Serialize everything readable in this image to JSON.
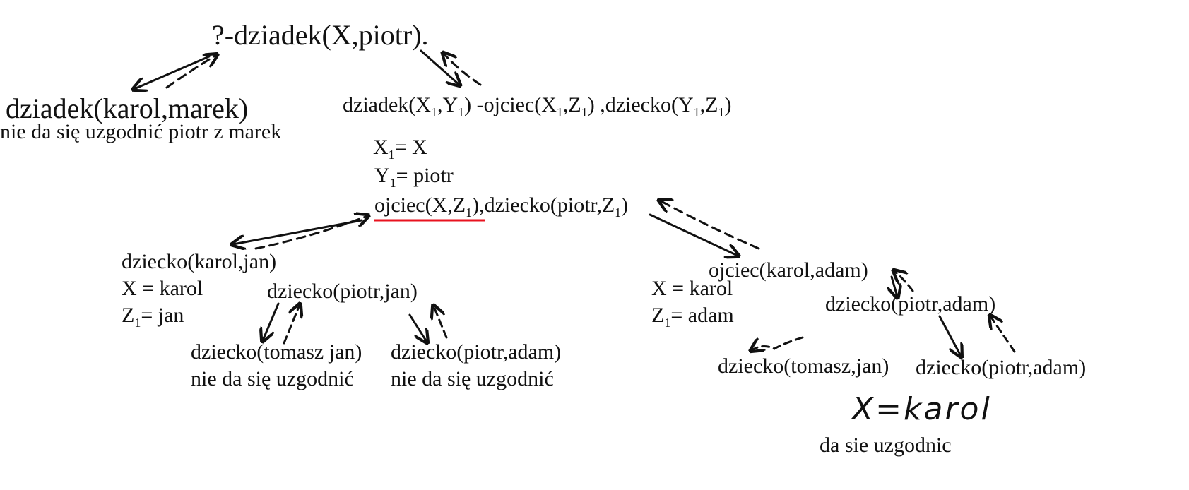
{
  "nodes": {
    "query": "?-dziadek(X,piotr).",
    "fact_karol_marek": "dziadek(karol,marek)",
    "fail_piotr_marek": "nie da się uzgodnić piotr z marek",
    "rule": {
      "t1": "dziadek(X",
      "t2": ",Y",
      "t3": ") -ojciec(X",
      "t4": ",Z",
      "t5": ") ,dziecko(Y",
      "t6": ",Z",
      "t7": ")",
      "sub": "1"
    },
    "binding_x1": {
      "a": "X",
      "b": "= X"
    },
    "binding_y1": {
      "a": "Y",
      "b": "= piotr"
    },
    "goal": {
      "a": "ojciec(X,Z",
      "b": "),dziecko(piotr,Z",
      "c": ")"
    },
    "left_branch": {
      "fact": "dziecko(karol,jan)",
      "bind_x": "X = karol",
      "bind_z_a": "Z",
      "bind_z_b": "= jan",
      "goal": "dziecko(piotr,jan)",
      "fail1_fact": "dziecko(tomasz jan)",
      "fail1_text": "nie da się uzgodnić",
      "fail2_fact": "dziecko(piotr,adam)",
      "fail2_text": "nie da się uzgodnić"
    },
    "right_branch": {
      "fact": "ojciec(karol,adam)",
      "bind_x": "X = karol",
      "bind_z_a": "Z",
      "bind_z_b": "= adam",
      "goal": "dziecko(piotr,adam)",
      "try1": "dziecko(tomasz,jan)",
      "try2": "dziecko(piotr,adam)",
      "result_hand": "X=karol",
      "result_text": "da sie uzgodnic"
    }
  },
  "colors": {
    "ink": "#111111",
    "highlight": "#e8131f"
  }
}
